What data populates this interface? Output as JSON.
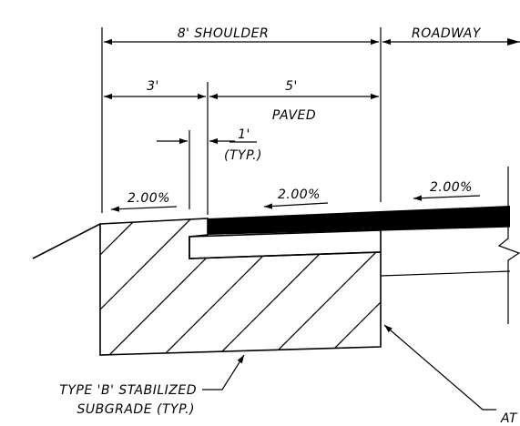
{
  "labels": {
    "shoulder_width": "8' SHOULDER",
    "roadway": "ROADWAY",
    "left_width": "3'",
    "right_width": "5'",
    "paved": "PAVED",
    "offset": "1'",
    "typical": "(TYP.)",
    "slope_left": "2.00%",
    "slope_mid": "2.00%",
    "slope_right": "2.00%",
    "callout_line1": "TYPE 'B' STABILIZED",
    "callout_line2": "SUBGRADE (TYP.)",
    "callout_right": "AT"
  }
}
